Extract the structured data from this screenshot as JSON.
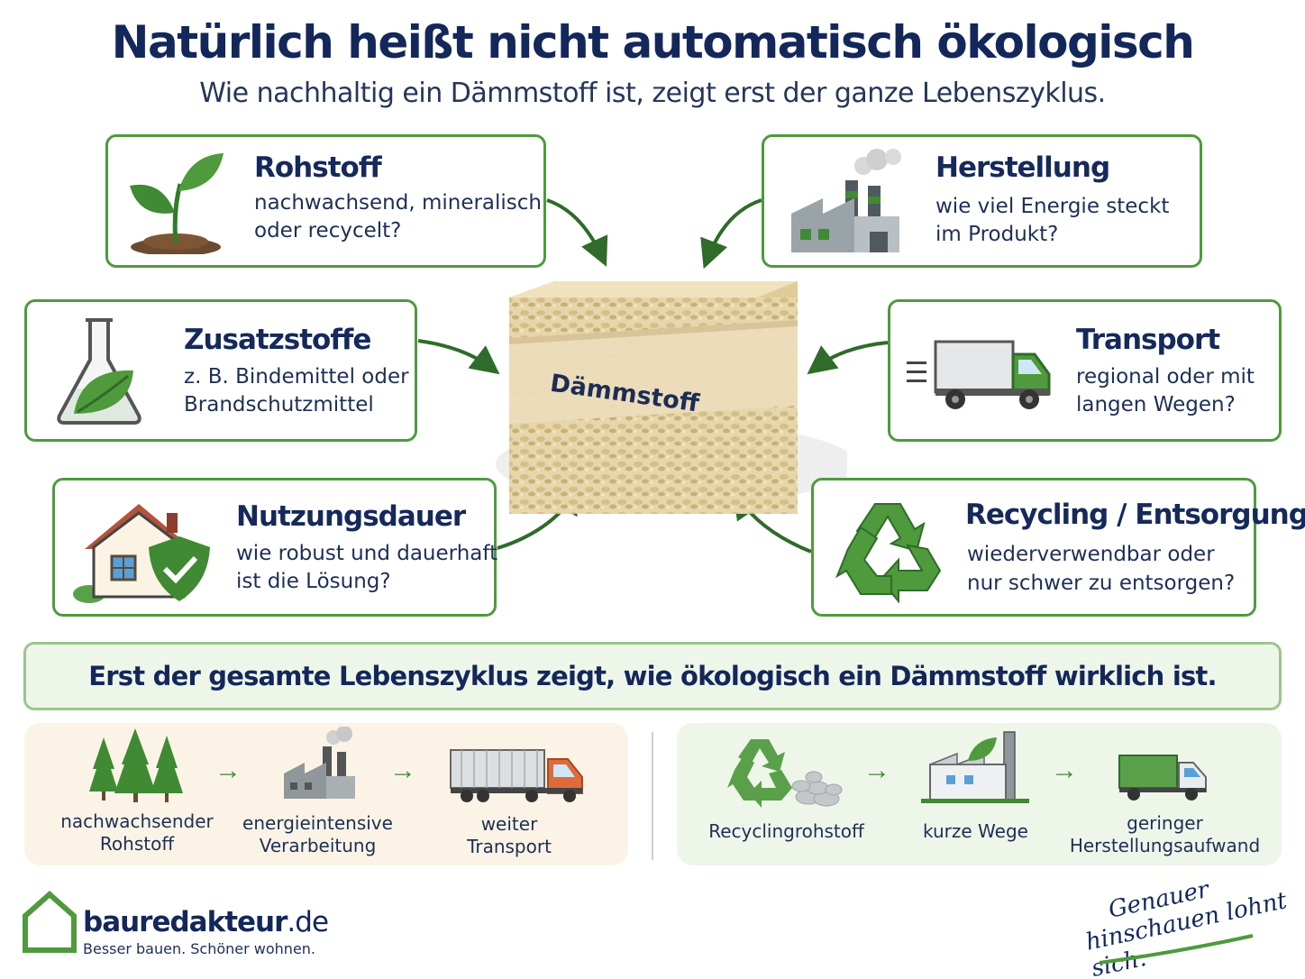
{
  "title": "Natürlich heißt nicht automatisch ökologisch",
  "subtitle": "Wie nachhaltig ein Dämmstoff ist, zeigt erst der ganze Lebenszyklus.",
  "center": {
    "label": "Dämmstoff"
  },
  "cards": {
    "rohstoff": {
      "title": "Rohstoff",
      "line1": "nachwachsend, mineralisch",
      "line2": "oder recycelt?",
      "icon": "plant-icon"
    },
    "herstellung": {
      "title": "Herstellung",
      "line1": "wie viel Energie steckt",
      "line2": "im Produkt?",
      "icon": "factory-icon"
    },
    "zusatzstoffe": {
      "title": "Zusatzstoffe",
      "line1": "z. B. Bindemittel oder",
      "line2": "Brandschutzmittel",
      "icon": "flask-leaf-icon"
    },
    "transport": {
      "title": "Transport",
      "line1": "regional oder mit",
      "line2": "langen Wegen?",
      "icon": "truck-icon"
    },
    "nutzungsdauer": {
      "title": "Nutzungsdauer",
      "line1": "wie robust und dauerhaft",
      "line2": "ist die Lösung?",
      "icon": "house-shield-icon"
    },
    "recycling": {
      "title": "Recycling / Entsorgung",
      "line1": "wiederverwendbar oder",
      "line2": "nur schwer zu entsorgen?",
      "icon": "recycle-icon"
    }
  },
  "banner": "Erst der gesamte Lebenszyklus zeigt, wie ökologisch ein Dämmstoff wirklich ist.",
  "comparison": {
    "left": [
      {
        "line1": "nachwachsender",
        "line2": "Rohstoff",
        "icon": "trees-icon"
      },
      {
        "line1": "energieintensive",
        "line2": "Verarbeitung",
        "icon": "factory-icon"
      },
      {
        "line1": "weiter",
        "line2": "Transport",
        "icon": "lorry-icon"
      }
    ],
    "right": [
      {
        "line1": "Recyclingrohstoff",
        "line2": "",
        "icon": "recycle-pile-icon"
      },
      {
        "line1": "kurze Wege",
        "line2": "",
        "icon": "green-factory-icon"
      },
      {
        "line1": "geringer",
        "line2": "Herstellungsaufwand",
        "icon": "green-truck-icon"
      }
    ]
  },
  "footer": {
    "logo_bold": "bauredakteur",
    "logo_domain": ".de",
    "tagline": "Besser bauen. Schöner wohnen.",
    "slogan_line1": "Genauer",
    "slogan_line2": "hinschauen lohnt sich."
  },
  "colors": {
    "navy": "#13275a",
    "green": "#4f9a3d",
    "light_green": "#eef6ea",
    "beige": "#fbf4e6"
  }
}
